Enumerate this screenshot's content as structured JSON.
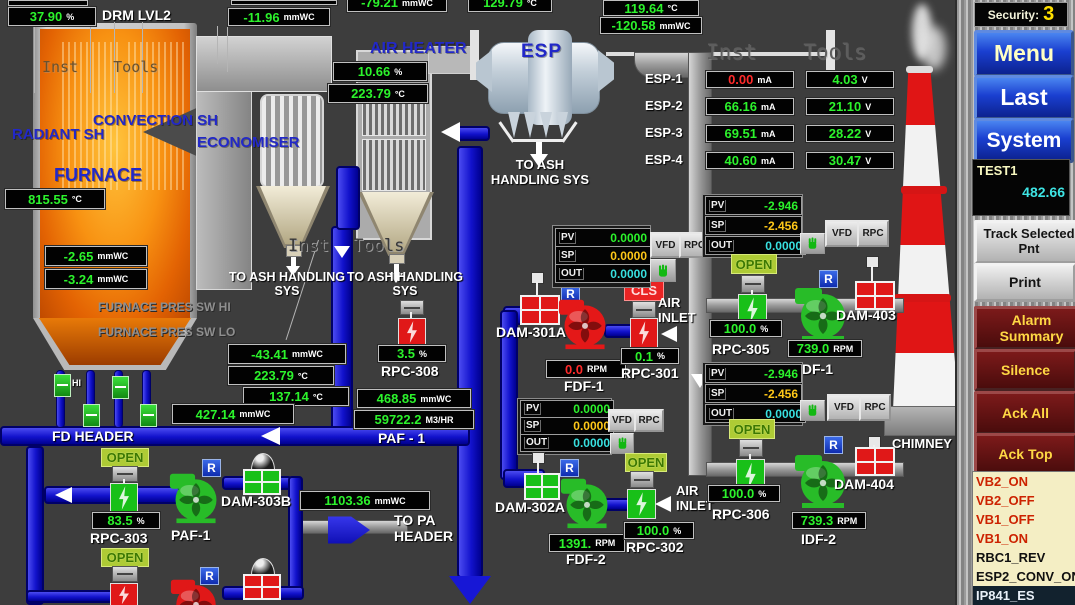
{
  "labels": {
    "watermark": "Inst Tools",
    "drum": "DRM LVL2",
    "radiant": "RADIANT SH",
    "convection": "CONVECTION SH",
    "furnace": "FURNACE",
    "economiser": "ECONOMISER",
    "air_heater": "AIR HEATER",
    "esp": "ESP",
    "to_ash": "TO ASH HANDLING SYS",
    "fd_header": "FD HEADER",
    "to_pa": "TO PA HEADER",
    "air_inlet": "AIR INLET",
    "chimney": "CHIMNEY",
    "sw_hi": "FURNACE PRES SW HI",
    "sw_lo": "FURNACE PRES SW LO",
    "hi": "HI",
    "pv": "PV",
    "sp": "SP",
    "out": "OUT",
    "vfd": "VFD",
    "rpc_btn": "RPC",
    "r": "R",
    "open": "OPEN",
    "cls": "CLS",
    "rpc308": "RPC-308",
    "paf1_line": "PAF - 1",
    "rpc303": "RPC-303",
    "paf1": "PAF-1",
    "dam303b": "DAM-303B",
    "dam301a": "DAM-301A",
    "fdf1": "FDF-1",
    "rpc301": "RPC-301",
    "dam302a": "DAM-302A",
    "fdf2": "FDF-2",
    "rpc302": "RPC-302",
    "rpc305": "RPC-305",
    "idf1": "IDF-1",
    "dam403": "DAM-403",
    "rpc306": "RPC-306",
    "idf2": "IDF-2",
    "dam404": "DAM-404"
  },
  "top": {
    "drum_pct": {
      "v": "37.90",
      "u": "%"
    },
    "p1": {
      "v": "-11.96",
      "u": "mmWC"
    },
    "p2": {
      "v": "-79.21",
      "u": "mmWC"
    },
    "t1": {
      "v": "129.79",
      "u": "°C"
    },
    "t2": {
      "v": "119.64",
      "u": "°C"
    },
    "p3": {
      "v": "-120.58",
      "u": "mmWC"
    }
  },
  "readings": {
    "furn_temp": {
      "v": "815.55",
      "u": "°C"
    },
    "furn_p1": {
      "v": "-2.65",
      "u": "mmWC"
    },
    "furn_p2": {
      "v": "-3.24",
      "u": "mmWC"
    },
    "ah_pct": {
      "v": "10.66",
      "u": "%"
    },
    "ah_temp": {
      "v": "223.79",
      "u": "°C"
    },
    "eco_p": {
      "v": "-43.41",
      "u": "mmWC"
    },
    "eco_t": {
      "v": "223.79",
      "u": "°C"
    },
    "sa_t": {
      "v": "137.14",
      "u": "°C"
    },
    "fd_p": {
      "v": "427.14",
      "u": "mmWC"
    },
    "rpc308": {
      "v": "3.5",
      "u": "%"
    },
    "paf_p": {
      "v": "468.85",
      "u": "mmWC"
    },
    "paf_f": {
      "v": "59722.2",
      "u": "M3/HR"
    },
    "rpc303": {
      "v": "83.5",
      "u": "%"
    },
    "pa_p": {
      "v": "1103.36",
      "u": "mmWC"
    },
    "fdf1_rpm": {
      "v": "0.0",
      "u": "RPM"
    },
    "rpc301": {
      "v": "0.1",
      "u": "%"
    },
    "rpc305": {
      "v": "100.0",
      "u": "%"
    },
    "idf1_rpm": {
      "v": "739.0",
      "u": "RPM"
    },
    "rpc306": {
      "v": "100.0",
      "u": "%"
    },
    "idf2_rpm": {
      "v": "739.3",
      "u": "RPM"
    },
    "fdf2_rpm": {
      "v": "1391.",
      "u": "RPM"
    },
    "rpc302": {
      "v": "100.0",
      "u": "%"
    }
  },
  "panels": {
    "c1": {
      "pv": "0.0000",
      "sp": "0.0000",
      "out": "0.0000"
    },
    "c2": {
      "pv": "0.0000",
      "sp": "0.0000",
      "out": "0.0000"
    },
    "r1": {
      "pv": "-2.946",
      "sp": "-2.456",
      "out": "0.0000"
    },
    "r2": {
      "pv": "-2.946",
      "sp": "-2.456",
      "out": "0.0000"
    }
  },
  "esp": {
    "ma_unit": "mA",
    "v_unit": "V",
    "rows": [
      {
        "label": "ESP-1",
        "ma": "0.00",
        "volt": "4.03"
      },
      {
        "label": "ESP-2",
        "ma": "66.16",
        "volt": "21.10"
      },
      {
        "label": "ESP-3",
        "ma": "69.51",
        "volt": "28.22"
      },
      {
        "label": "ESP-4",
        "ma": "40.60",
        "volt": "30.47"
      }
    ]
  },
  "sidebar": {
    "security_label": "Security:",
    "security_value": "3",
    "menu": "Menu",
    "last": "Last",
    "system": "System",
    "point_name": "TEST1",
    "point_value": "482.66",
    "track": "Track Selected Pnt",
    "print": "Print",
    "alarm_summary": "Alarm Summary",
    "silence": "Silence",
    "ack_all": "Ack All",
    "ack_top": "Ack Top",
    "events": [
      {
        "t": "VB2_ON"
      },
      {
        "t": "VB2_OFF"
      },
      {
        "t": "VB1_OFF"
      },
      {
        "t": "VB1_ON"
      },
      {
        "t": "RBC1_REV"
      },
      {
        "t": "ESP2_CONV_ON"
      },
      {
        "t": "IP841_ES"
      }
    ]
  }
}
